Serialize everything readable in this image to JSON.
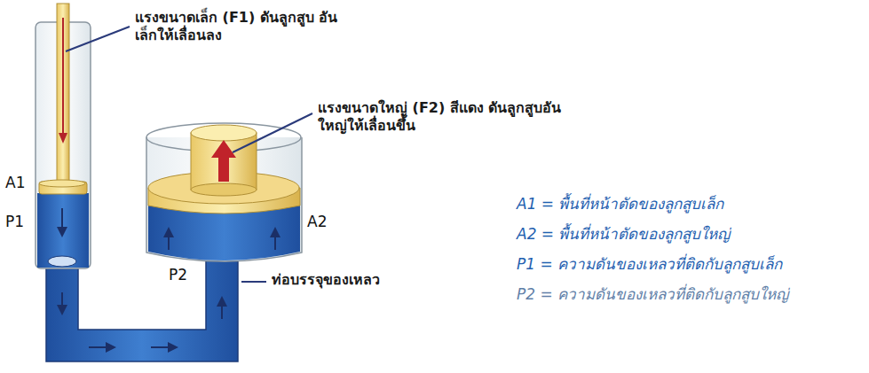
{
  "diagram": {
    "labels": [
      "แรงขนาดเล็ก (F1) ดันลูกสูบ อันเล็กให้เลื่อนลง",
      "แรงขนาดใหญ่ (F2) สีแดง ดันลูกสูบอันใหญ่ให้เลื่อนขึ้น",
      "A1",
      "P1",
      "A2",
      "P2",
      "ท่อบรรจุของเหลว",
      "A1 = พื้นที่หน้าตัดของลูกสูบเล็ก",
      "A2 = พื้นที่หน้าตัดของลูกสูบใหญ่",
      "P1 = ความดันของเหลวที่ติดกับลูกสูบเล็ก",
      "P2 = ความดันของเหลวที่ติดกับลูกสูบใหญ่"
    ]
  }
}
